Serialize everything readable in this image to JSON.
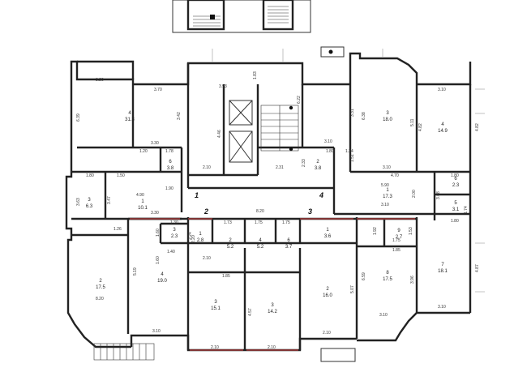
{
  "rooms": [
    {
      "id": "r-nw-big",
      "num": "4",
      "area": "31.3"
    },
    {
      "id": "r-w-3",
      "num": "3",
      "area": "6.3"
    },
    {
      "id": "r-w-1",
      "num": "1",
      "area": "10.1"
    },
    {
      "id": "r-w-6",
      "num": "6",
      "area": "3.8"
    },
    {
      "id": "r-w-2",
      "num": "2",
      "area": "17.5"
    },
    {
      "id": "r-c-4",
      "num": "4",
      "area": "19.0"
    },
    {
      "id": "r-c-3a",
      "num": "3",
      "area": "2.3"
    },
    {
      "id": "r-c-1",
      "num": "1",
      "area": "2.8"
    },
    {
      "id": "r-c-2",
      "num": "2",
      "area": "5.2"
    },
    {
      "id": "r-c-4b",
      "num": "4",
      "area": "5.2"
    },
    {
      "id": "r-c-6",
      "num": "6",
      "area": "3.7"
    },
    {
      "id": "r-c-3b",
      "num": "3",
      "area": "15.1"
    },
    {
      "id": "r-c-3c",
      "num": "3",
      "area": "14.2"
    },
    {
      "id": "r-c-1b",
      "num": "1",
      "area": "3.6"
    },
    {
      "id": "r-c-2b",
      "num": "2",
      "area": "16.0"
    },
    {
      "id": "r-ne-2",
      "num": "2",
      "area": "3.8"
    },
    {
      "id": "r-ne-3",
      "num": "3",
      "area": "18.0"
    },
    {
      "id": "r-ne-4",
      "num": "4",
      "area": "14.9"
    },
    {
      "id": "r-ne-1",
      "num": "1",
      "area": "17.3"
    },
    {
      "id": "r-ne-6",
      "num": "6",
      "area": "2.3"
    },
    {
      "id": "r-ne-5",
      "num": "5",
      "area": "3.1"
    },
    {
      "id": "r-se-9",
      "num": "9",
      "area": "2.7"
    },
    {
      "id": "r-se-8",
      "num": "8",
      "area": "17.5"
    },
    {
      "id": "r-se-7",
      "num": "7",
      "area": "18.1"
    }
  ],
  "sections": [
    "1",
    "2",
    "3",
    "4"
  ],
  "dimensions": {
    "d1": "3.20",
    "d2": "3.70",
    "d3": "3.30",
    "d4": "3.42",
    "d5": "6.39",
    "d6": "1.20",
    "d7": "1.78",
    "d8": "2.10",
    "d9": "1.80",
    "d10": "1.50",
    "d11": "4.90",
    "d12": "3.47",
    "d13": "3.63",
    "d14": "1.90",
    "d15": "3.30",
    "d16": "3.93",
    "d17": "1.83",
    "d18": "4.46",
    "d19": "6.22",
    "d20": "2.31",
    "d21": "3.10",
    "d22": "3.31",
    "d23": "6.38",
    "d24": "5.11",
    "d25": "3.10",
    "d26": "4.82",
    "d27": "4.82",
    "d28": "3.10",
    "d29": "4.70",
    "d30": "5.90",
    "d31": "2.00",
    "d32": "1.80",
    "d33": "8.20",
    "d34": "1.73",
    "d35": "1.75",
    "d36": "1.75",
    "d37": "1.30",
    "d38": "1.60",
    "d39": "1.40",
    "d40": "2.20",
    "d41": "1.85",
    "d42": "5.19",
    "d43": "8.20",
    "d44": "3.10",
    "d45": "2.10",
    "d46": "2.10",
    "d47": "2.10",
    "d48": "4.57",
    "d49": "5.07",
    "d50": "6.59",
    "d51": "3.96",
    "d52": "3.10",
    "d53": "1.92",
    "d54": "1.85",
    "d55": "1.75",
    "d56": "1.53",
    "d57": "4.87",
    "d58": "3.10",
    "d59": "1.80",
    "d60": "1.80",
    "d61": "1.24",
    "d62": "2.33",
    "d63": "1.51",
    "d64": "3.08",
    "d65": "1.74",
    "d66": "1.26",
    "d67": "1.60",
    "d68": "2.24",
    "d69": "3.10",
    "d70": "2.10"
  }
}
